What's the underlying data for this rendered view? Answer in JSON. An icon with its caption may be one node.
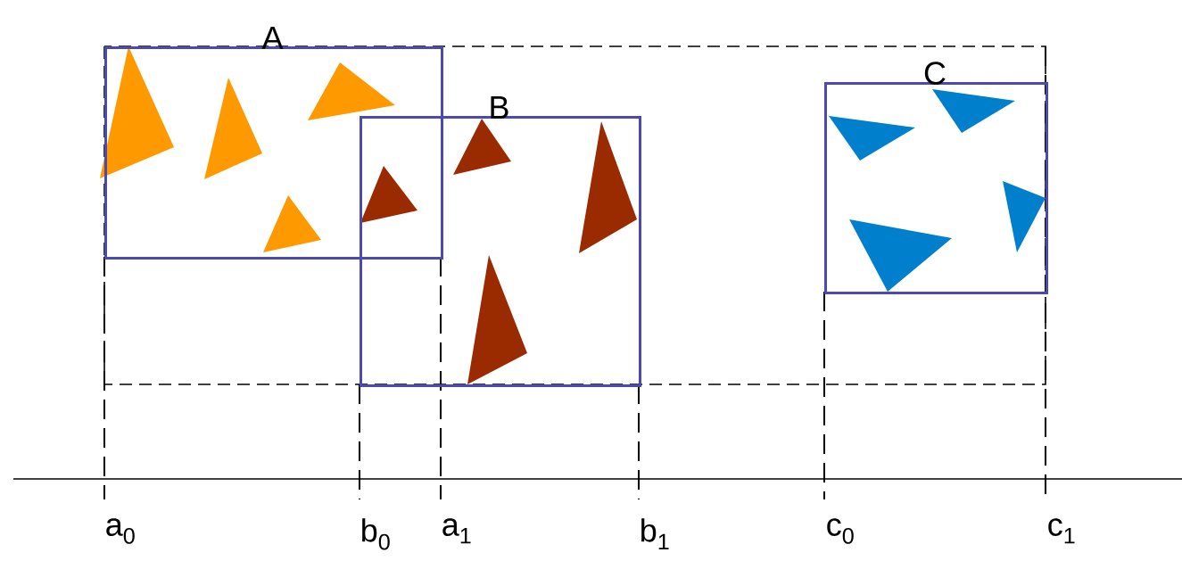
{
  "diagram": {
    "nodes": [
      {
        "text": [
          "A"
        ]
      },
      {
        "text": [
          "B"
        ]
      },
      {
        "text": [
          "C"
        ]
      }
    ],
    "labels": [
      "a$_{0}$",
      "b$_{0}$",
      "a$_{1}$",
      "b$_{1}$",
      "c$_{0}$",
      "c$_{1}$"
    ]
  }
}
